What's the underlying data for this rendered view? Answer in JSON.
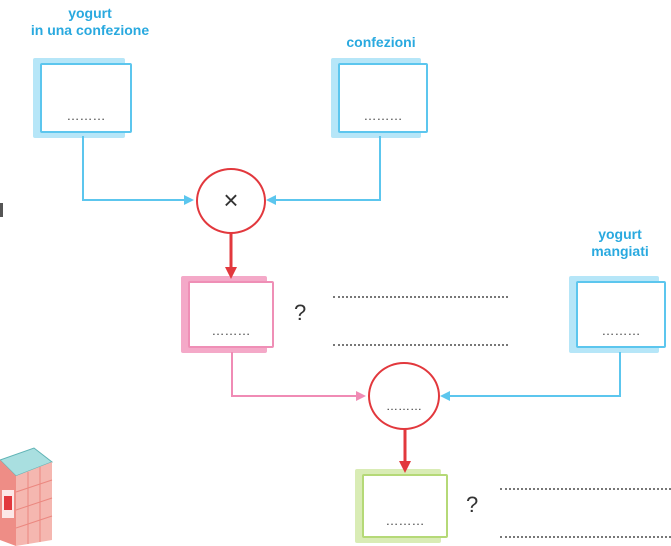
{
  "labels": {
    "yogurt_per_pack": "yogurt\nin una confezione",
    "packs": "confezioni",
    "yogurt_eaten": "yogurt\nmangiati"
  },
  "blanks": {
    "yogurt_per_pack": "………",
    "packs": "………",
    "product": "………",
    "eaten": "………",
    "operator_2": "………",
    "result": "………"
  },
  "operators": {
    "first": "×"
  },
  "question_mark": "?",
  "colors": {
    "input_box": "#5cc6ee",
    "intermediate_box": "#ef8fb6",
    "final_box": "#b5d977",
    "input_arrow": "#5cc6ee",
    "intermediate_arrow": "#f08bb5",
    "operator_arrow": "#e2383d",
    "label_text": "#29a9df"
  }
}
